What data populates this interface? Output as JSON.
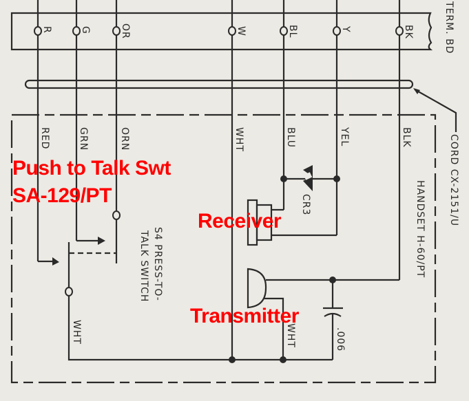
{
  "terminal_board": {
    "title": "TERM. BD",
    "terminals": [
      "R",
      "G",
      "OR",
      "W",
      "BL",
      "Y",
      "BK"
    ]
  },
  "cord": {
    "label": "CORD CX-2151/U"
  },
  "handset": {
    "label": "HANDSET H-60/PT"
  },
  "wires": [
    "RED",
    "GRN",
    "ORN",
    "WHT",
    "BLU",
    "YEL",
    "BLK"
  ],
  "components": {
    "diode": "CR3",
    "switch_line1": "S4 PRESS-TO-",
    "switch_line2": "TALK SWITCH",
    "switch_wire": "WHT",
    "transmitter_wire": "WHT",
    "capacitor": ".006"
  },
  "annotations": {
    "ptt_line1": "Push to Talk Swt",
    "ptt_line2": "SA-129/PT",
    "receiver": "Receiver",
    "transmitter": "Transmitter"
  },
  "colors": {
    "annotation": "#ff0000",
    "ink": "#2a2a2a",
    "paper": "#eceae4"
  }
}
